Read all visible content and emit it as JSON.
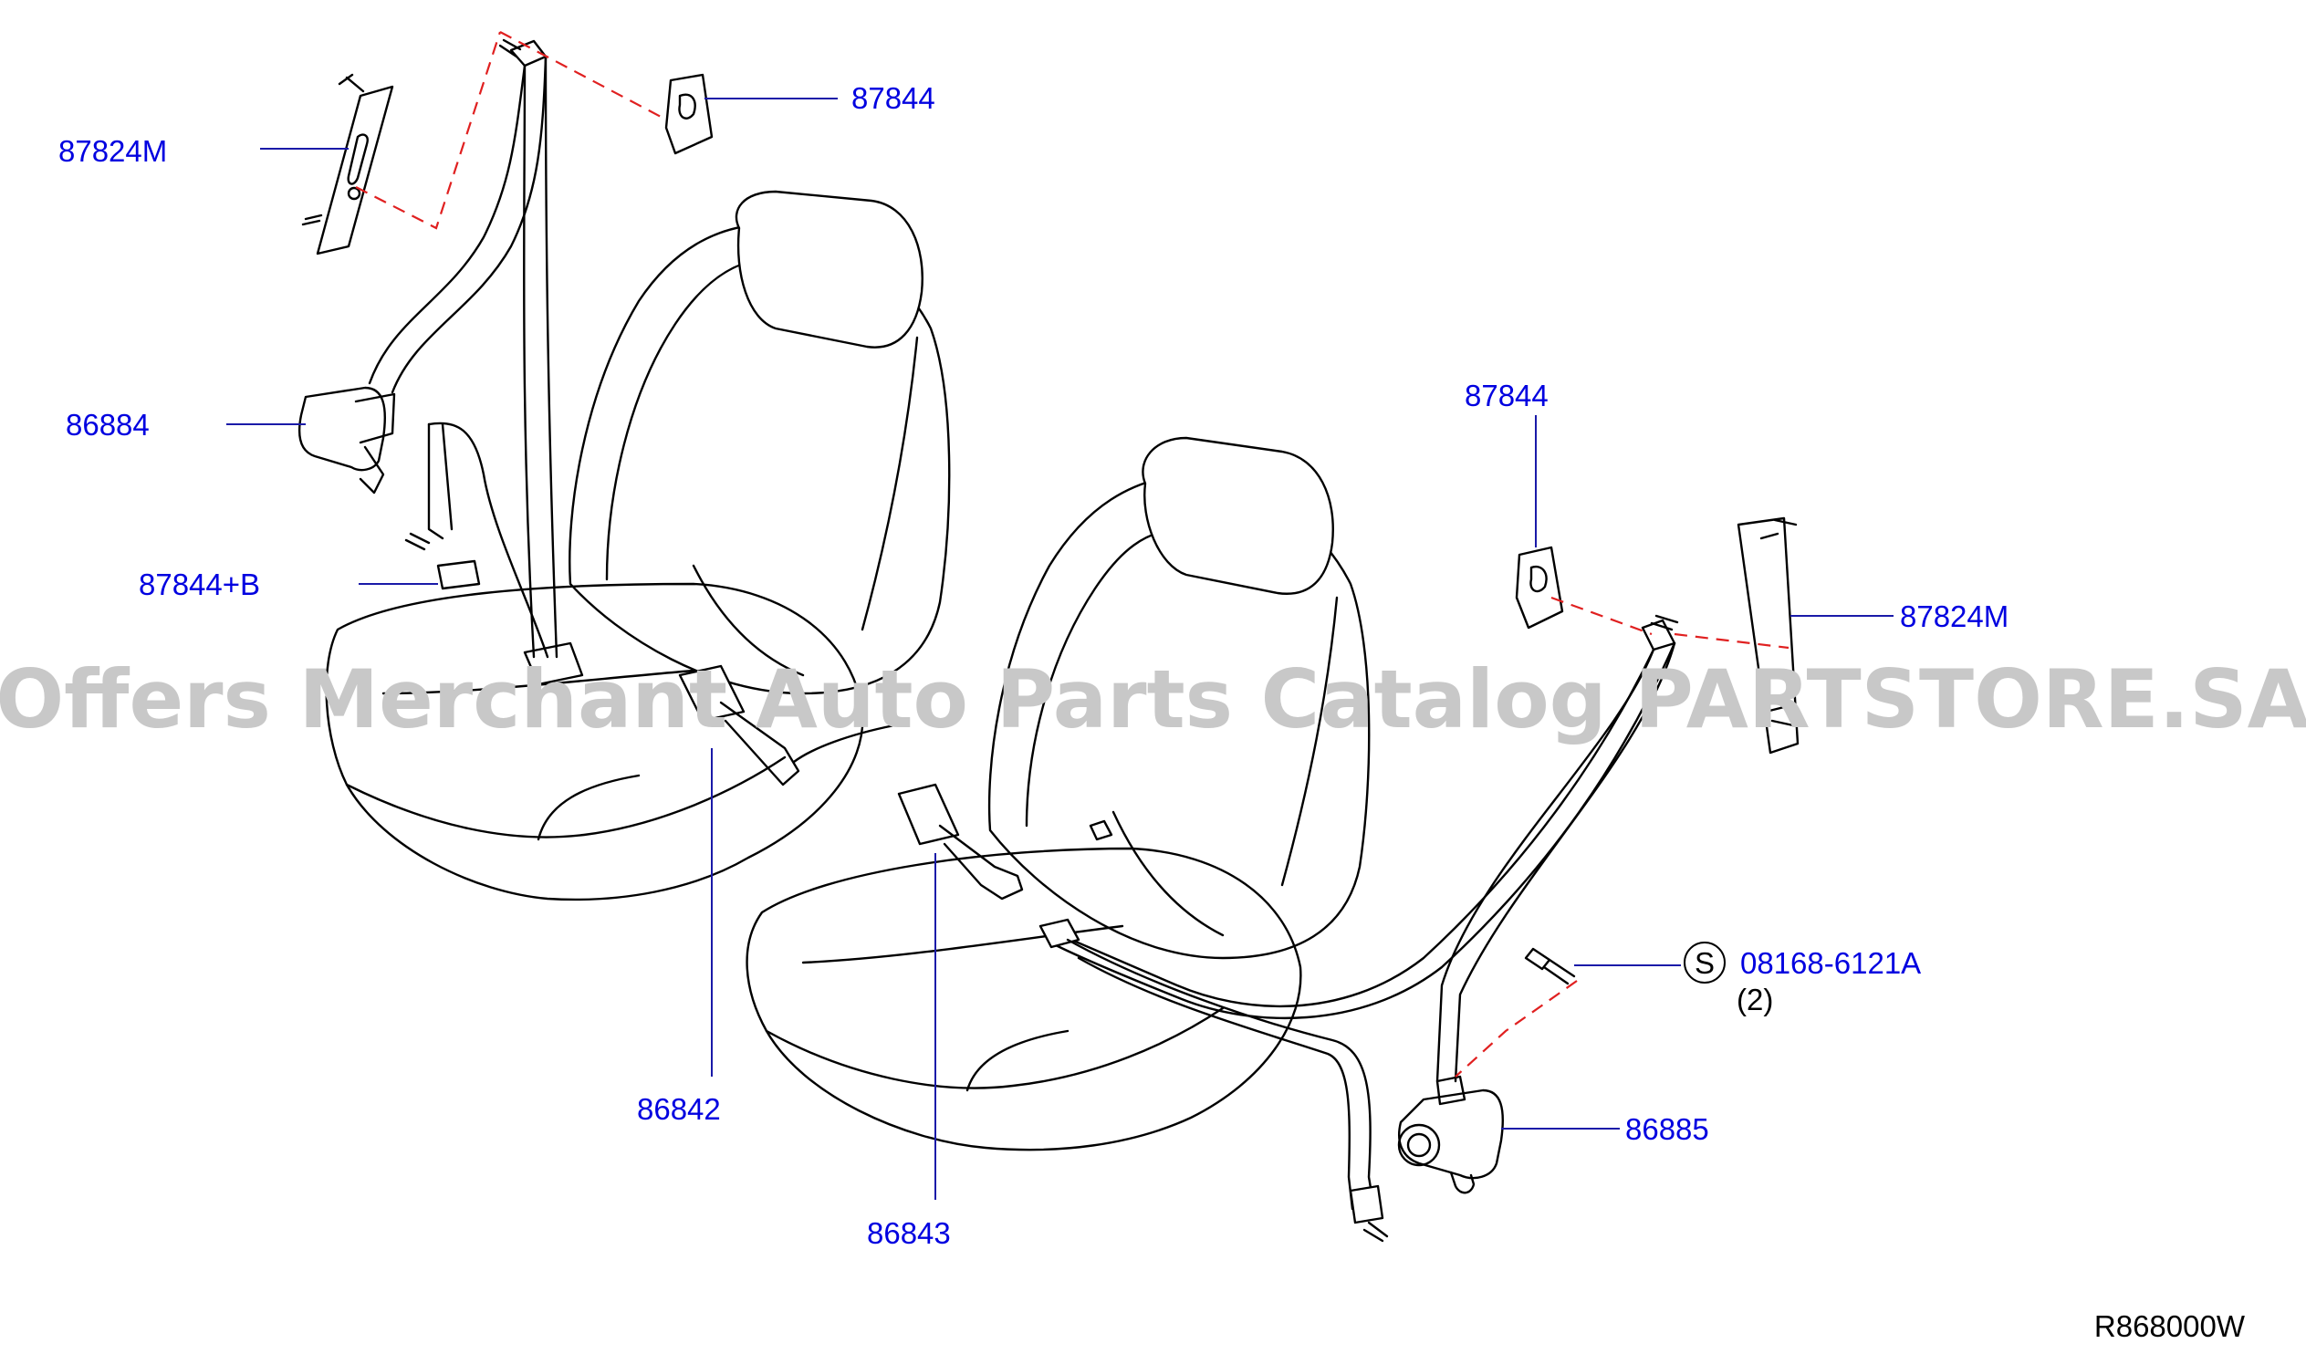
{
  "colors": {
    "label": "#0000e0",
    "line": "#000000",
    "leader": "#1a1aa8",
    "dash": "#e02020",
    "watermark": "#c8c8c8"
  },
  "watermark": "Offers Merchant Auto Parts Catalog PARTSTORE.SA",
  "parts": {
    "p87824m_left": "87824M",
    "p87844_top": "87844",
    "p86884": "86884",
    "p87844b": "87844+B",
    "p86842": "86842",
    "p86843": "86843",
    "p87844_right": "87844",
    "p87824m_right": "87824M",
    "p08168": "08168-6121A",
    "p08168_symbol": "S",
    "p08168_qty": "(2)",
    "p86885": "86885"
  },
  "diagram_code": "R868000W"
}
